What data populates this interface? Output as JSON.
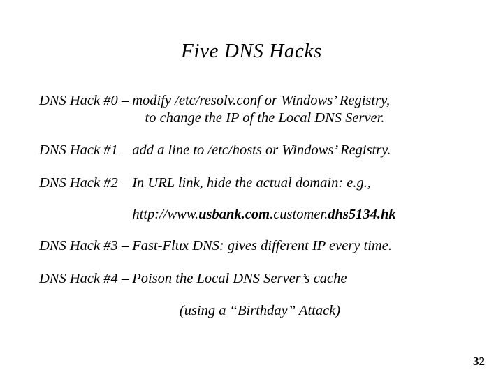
{
  "slide": {
    "title": "Five DNS Hacks",
    "page_number": "32",
    "background_color": "#ffffff",
    "text_color": "#000000",
    "body": {
      "hack0": {
        "line1": "DNS Hack #0 – modify /etc/resolv.conf or Windows’ Registry,",
        "line2": "to change the IP of the Local DNS Server."
      },
      "hack1": "DNS Hack #1 – add a line to /etc/hosts or Windows’ Registry.",
      "hack2": "DNS Hack #2 – In URL link, hide the actual domain: e.g.,",
      "url_example": {
        "prefix": "http://www.",
        "fake_domain": "usbank.com",
        "middle": ".customer.",
        "real_domain": "dhs5134.hk"
      },
      "hack3": "DNS Hack #3 – Fast-Flux DNS: gives different IP every time.",
      "hack4": "DNS Hack #4 – Poison the Local DNS Server’s cache",
      "note": "(using a “Birthday” Attack)"
    }
  }
}
